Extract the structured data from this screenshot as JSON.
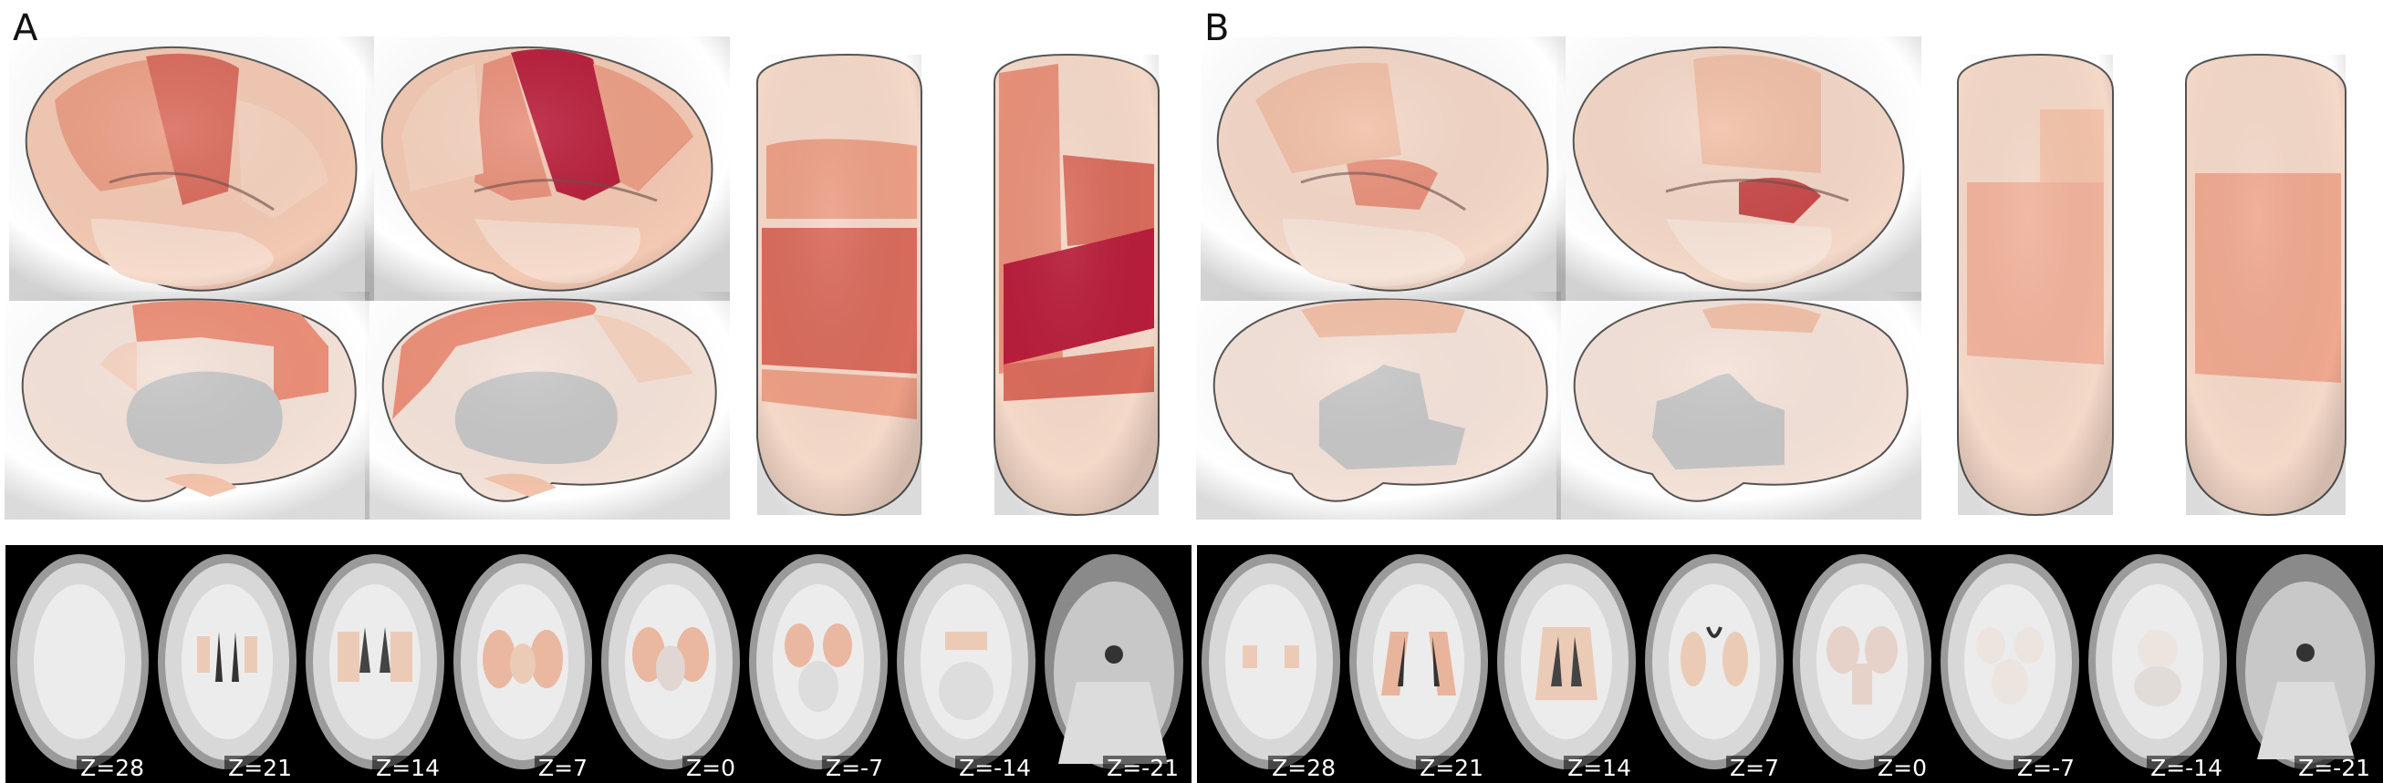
{
  "panels": [
    {
      "label": "A",
      "slices": [
        "Z=28",
        "Z=21",
        "Z=14",
        "Z=7",
        "Z=0",
        "Z=-7",
        "Z=-14",
        "Z=-21"
      ]
    },
    {
      "label": "B",
      "slices": [
        "Z=28",
        "Z=21",
        "Z=14",
        "Z=7",
        "Z=0",
        "Z=-7",
        "Z=-14",
        "Z=-21"
      ]
    }
  ],
  "colors": {
    "cortex_base": "#f2ddd0",
    "weak": "#f3c3aa",
    "moderate": "#e88c75",
    "strong": "#c94a4a",
    "strongest": "#b81d3a",
    "medial_wall": "#c6c6c6",
    "subcortical": "#eccbb6"
  }
}
